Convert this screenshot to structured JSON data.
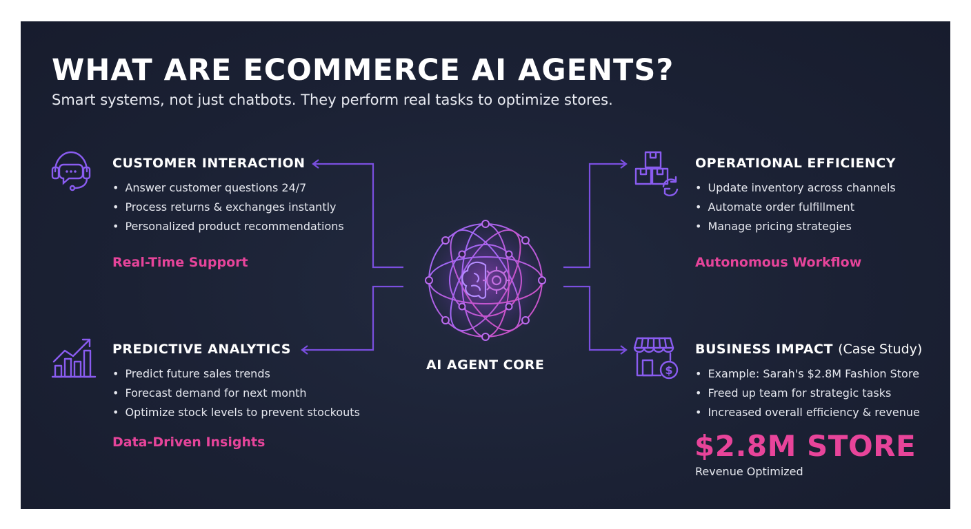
{
  "header": {
    "title": "WHAT ARE ECOMMERCE AI AGENTS?",
    "subtitle": "Smart systems, not just chatbots. They perform real tasks to optimize stores."
  },
  "core": {
    "label": "AI AGENT CORE",
    "icon": "ai-brain-gear-globe-icon"
  },
  "sections": {
    "customer_interaction": {
      "title": "CUSTOMER INTERACTION",
      "icon": "headset-chat-icon",
      "bullets": [
        "Answer customer questions 24/7",
        "Process returns & exchanges instantly",
        "Personalized product recommendations"
      ],
      "accent": "Real-Time Support"
    },
    "predictive_analytics": {
      "title": "PREDICTIVE ANALYTICS",
      "icon": "bar-chart-trend-icon",
      "bullets": [
        "Predict future sales trends",
        "Forecast demand for next month",
        "Optimize stock levels to prevent stockouts"
      ],
      "accent": "Data-Driven Insights"
    },
    "operational_efficiency": {
      "title": "OPERATIONAL EFFICIENCY",
      "icon": "boxes-sync-icon",
      "bullets": [
        "Update inventory across channels",
        "Automate order fulfillment",
        "Manage pricing strategies"
      ],
      "accent": "Autonomous Workflow"
    },
    "business_impact": {
      "title": "BUSINESS IMPACT",
      "title_suffix": "(Case Study)",
      "icon": "storefront-dollar-icon",
      "bullets": [
        "Example: Sarah's $2.8M Fashion Store",
        "Freed up team for strategic tasks",
        "Increased overall efficiency & revenue"
      ],
      "stat": "$2.8M STORE",
      "stat_caption": "Revenue Optimized"
    }
  },
  "colors": {
    "background": "#1b2134",
    "connector": "#7b4fe0",
    "icon_stroke": "#8a5cf0",
    "accent_pink": "#e6449a",
    "core_glow": "#a04ad8"
  }
}
